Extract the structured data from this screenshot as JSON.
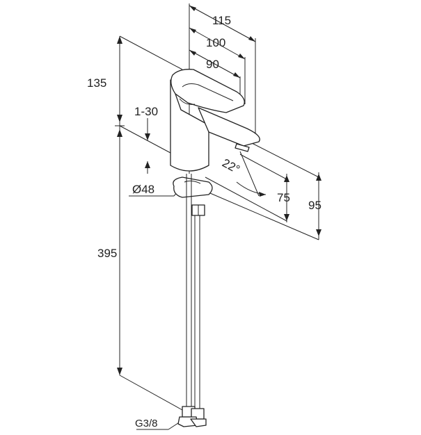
{
  "dimensions": {
    "reach_total": "115",
    "reach_mid": "100",
    "reach_lever": "90",
    "lever_height": "135",
    "deck_thickness": "1-30",
    "body_diameter": "Ø48",
    "spout_angle": "22°",
    "spout_height": "75",
    "spout_height_total": "95",
    "hose_length": "395",
    "connection_thread": "G3/8"
  },
  "colors": {
    "line": "#222222",
    "background": "#ffffff"
  }
}
